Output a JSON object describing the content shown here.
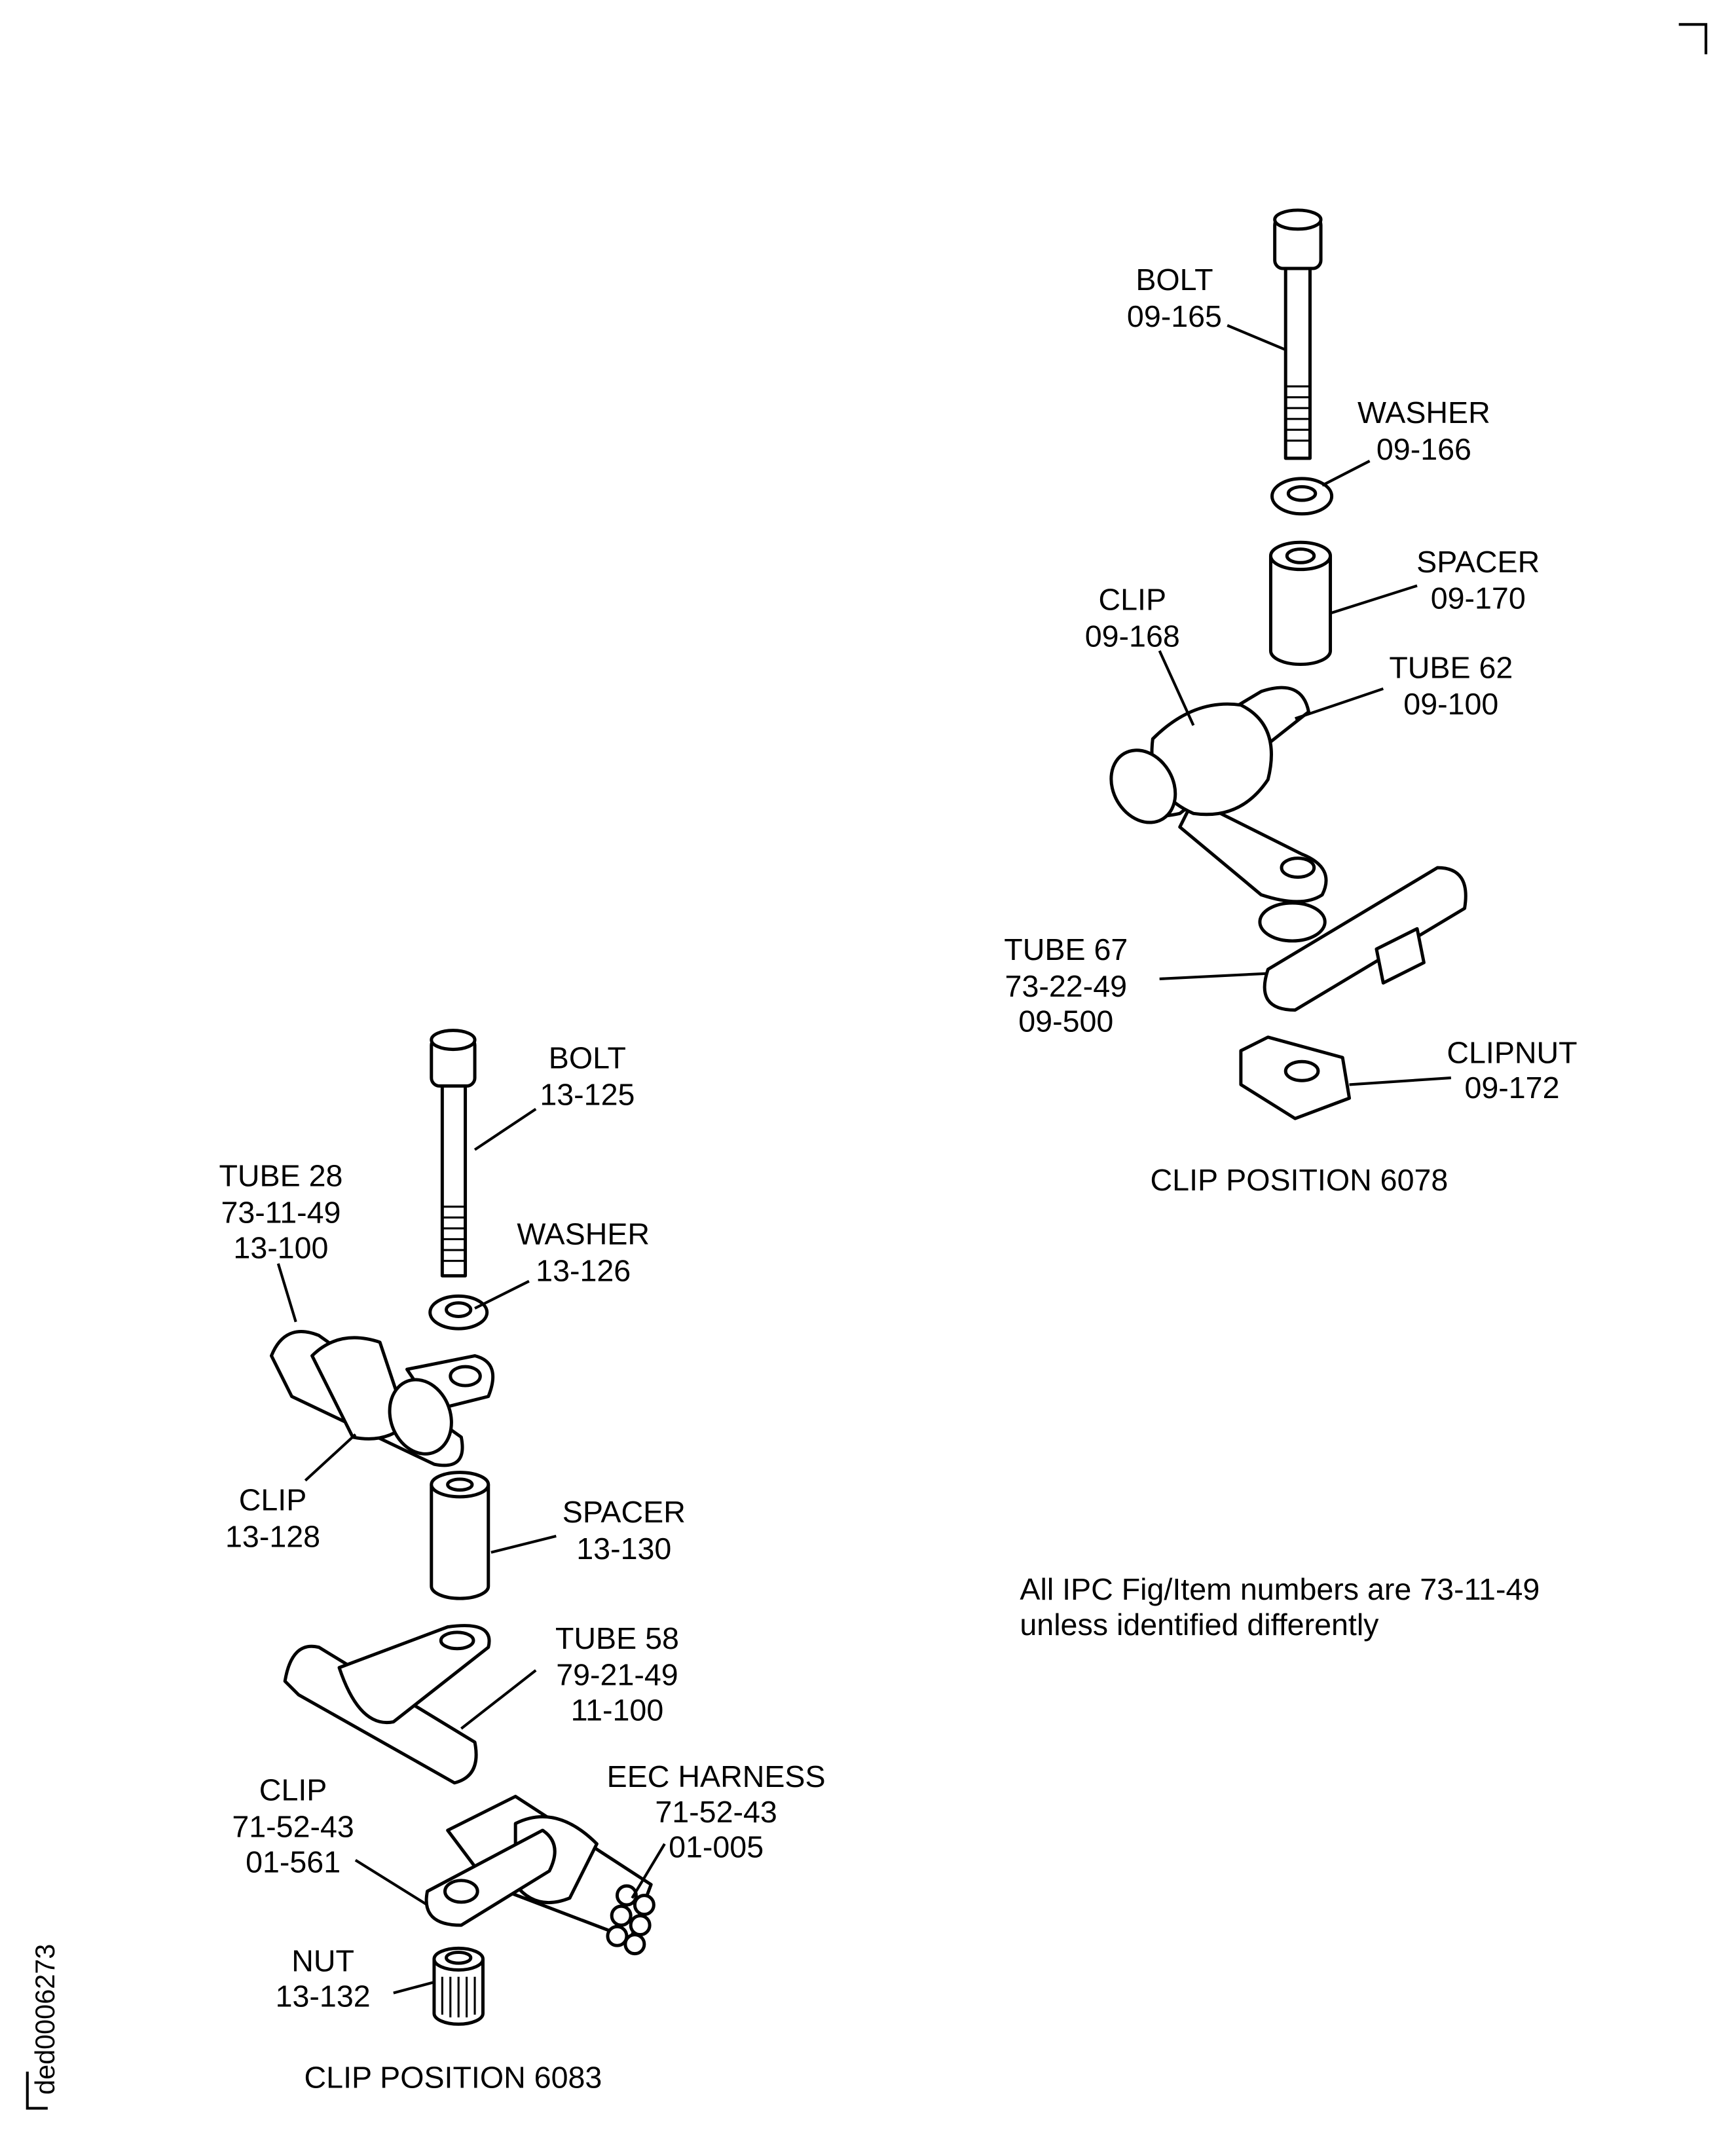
{
  "figure_code": "ded0006273",
  "note": {
    "line1": "All IPC Fig/Item numbers are 73-11-49",
    "line2": "unless identified differently"
  },
  "position_6078": {
    "caption": "CLIP POSITION 6078",
    "bolt": {
      "name": "BOLT",
      "item": "09-165"
    },
    "washer": {
      "name": "WASHER",
      "item": "09-166"
    },
    "spacer": {
      "name": "SPACER",
      "item": "09-170"
    },
    "clip": {
      "name": "CLIP",
      "item": "09-168"
    },
    "tube62": {
      "name": "TUBE 62",
      "item": "09-100"
    },
    "tube67": {
      "name": "TUBE 67",
      "fig": "73-22-49",
      "item": "09-500"
    },
    "clipnut": {
      "name": "CLIPNUT",
      "item": "09-172"
    }
  },
  "position_6083": {
    "caption": "CLIP POSITION 6083",
    "bolt": {
      "name": "BOLT",
      "item": "13-125"
    },
    "tube28": {
      "name": "TUBE 28",
      "fig": "73-11-49",
      "item": "13-100"
    },
    "washer": {
      "name": "WASHER",
      "item": "13-126"
    },
    "clip": {
      "name": "CLIP",
      "item": "13-128"
    },
    "spacer": {
      "name": "SPACER",
      "item": "13-130"
    },
    "tube58": {
      "name": "TUBE 58",
      "fig": "79-21-49",
      "item": "11-100"
    },
    "clip2": {
      "name": "CLIP",
      "fig": "71-52-43",
      "item": "01-561"
    },
    "harness": {
      "name": "EEC HARNESS",
      "fig": "71-52-43",
      "item": "01-005"
    },
    "nut": {
      "name": "NUT",
      "item": "13-132"
    }
  }
}
